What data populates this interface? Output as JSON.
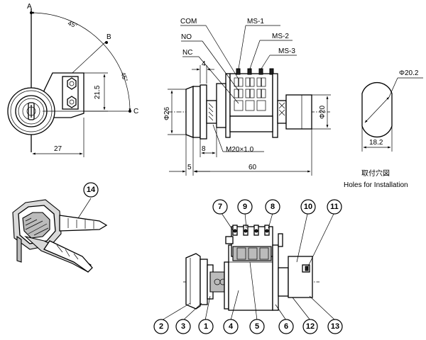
{
  "front_view": {
    "point_a": "A",
    "point_b": "B",
    "point_c": "C",
    "angle_top": "45°",
    "angle_right": "45°",
    "dim_height": "21.5",
    "dim_width": "27"
  },
  "side_view": {
    "com": "COM",
    "no": "NO",
    "nc": "NC",
    "ms1": "MS-1",
    "ms2": "MS-2",
    "ms3": "MS-3",
    "dim_4": "4",
    "dim_phi26": "Φ26",
    "dim_phi20": "Φ20",
    "dim_8": "8",
    "thread": "M20×1.0",
    "dim_5": "5",
    "dim_60": "60"
  },
  "install_hole": {
    "dim_phi": "Φ20.2",
    "dim_flat": "18.2",
    "title_jp": "取付穴図",
    "title_en": "Holes for Installation"
  },
  "callouts": {
    "c1": "1",
    "c2": "2",
    "c3": "3",
    "c4": "4",
    "c5": "5",
    "c6": "6",
    "c7": "7",
    "c8": "8",
    "c9": "9",
    "c10": "10",
    "c11": "11",
    "c12": "12",
    "c13": "13",
    "c14": "14"
  }
}
